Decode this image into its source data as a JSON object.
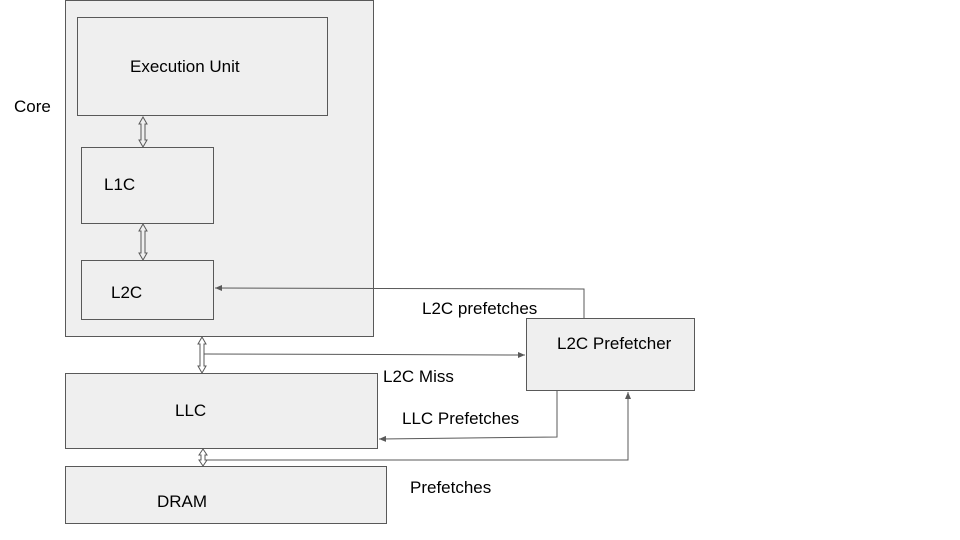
{
  "core_label": "Core",
  "blocks": {
    "execution_unit": "Execution Unit",
    "l1c": "L1C",
    "l2c": "L2C",
    "llc": "LLC",
    "dram": "DRAM",
    "l2c_prefetcher": "L2C Prefetcher"
  },
  "edges": {
    "l2c_prefetches": "L2C prefetches",
    "l2c_miss": "L2C Miss",
    "llc_prefetches": "LLC Prefetches",
    "prefetches": "Prefetches"
  },
  "colors": {
    "box_fill": "#efefef",
    "box_border": "#595959",
    "arrow": "#595959"
  }
}
